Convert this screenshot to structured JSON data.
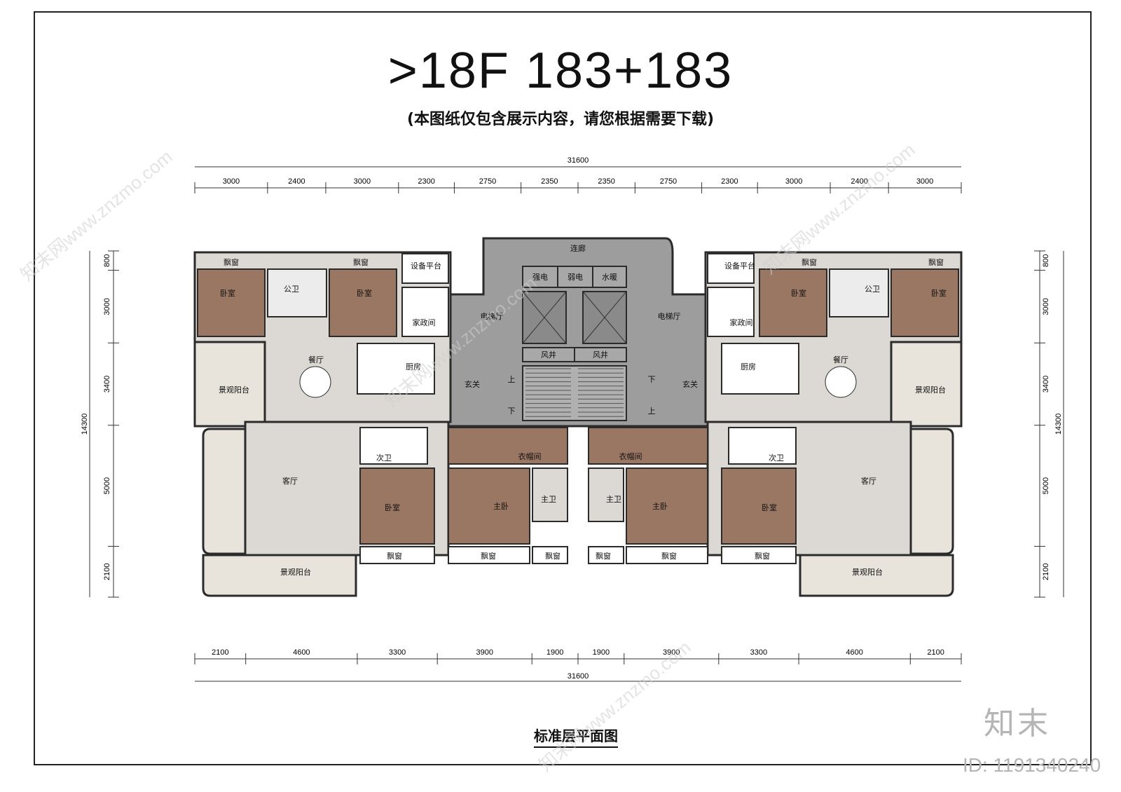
{
  "title": ">18F  183+183",
  "subtitle": "(本图纸仅包含展示内容，请您根据需要下载)",
  "caption": "标准层平面图",
  "logo": "知末",
  "id_text": "ID: 1191340240",
  "watermark": "知末网www.znzmo.com",
  "dims_top": {
    "total": "31600",
    "segments": [
      "3000",
      "2400",
      "3000",
      "2300",
      "2750",
      "2350",
      "2350",
      "2750",
      "2300",
      "3000",
      "2400",
      "3000"
    ]
  },
  "dims_bottom": {
    "total": "31600",
    "segments": [
      "2100",
      "4600",
      "3300",
      "3900",
      "1900",
      "1900",
      "3900",
      "3300",
      "4600",
      "2100"
    ]
  },
  "dims_left": {
    "total": "14300",
    "segments": [
      "800",
      "3000",
      "3400",
      "5000",
      "2100"
    ]
  },
  "dims_right": {
    "total": "14300",
    "segments": [
      "800",
      "3000",
      "3400",
      "5000",
      "2100"
    ]
  },
  "rooms": {
    "bay_window": "飘窗",
    "bedroom": "卧室",
    "public_bath": "公卫",
    "equipment": "设备平台",
    "housekeeping": "家政间",
    "kitchen": "厨房",
    "dining": "餐厅",
    "foyer": "玄关",
    "landscape_balcony": "景观阳台",
    "living": "客厅",
    "second_bath": "次卫",
    "cloakroom": "衣帽间",
    "master_bedroom": "主卧",
    "master_bath": "主卫",
    "elevator_hall": "电梯厅",
    "corridor": "连廊",
    "strong_elec": "强电",
    "weak_elec": "弱电",
    "water_heat": "水暖",
    "air_shaft": "风井",
    "up": "上",
    "down": "下"
  },
  "colors": {
    "floor_stone": "#dcd8d3",
    "floor_wood": "#9a7763",
    "core_gray": "#9d9d9d",
    "balcony": "#e8e4dc",
    "wall": "#2b2b2b"
  }
}
